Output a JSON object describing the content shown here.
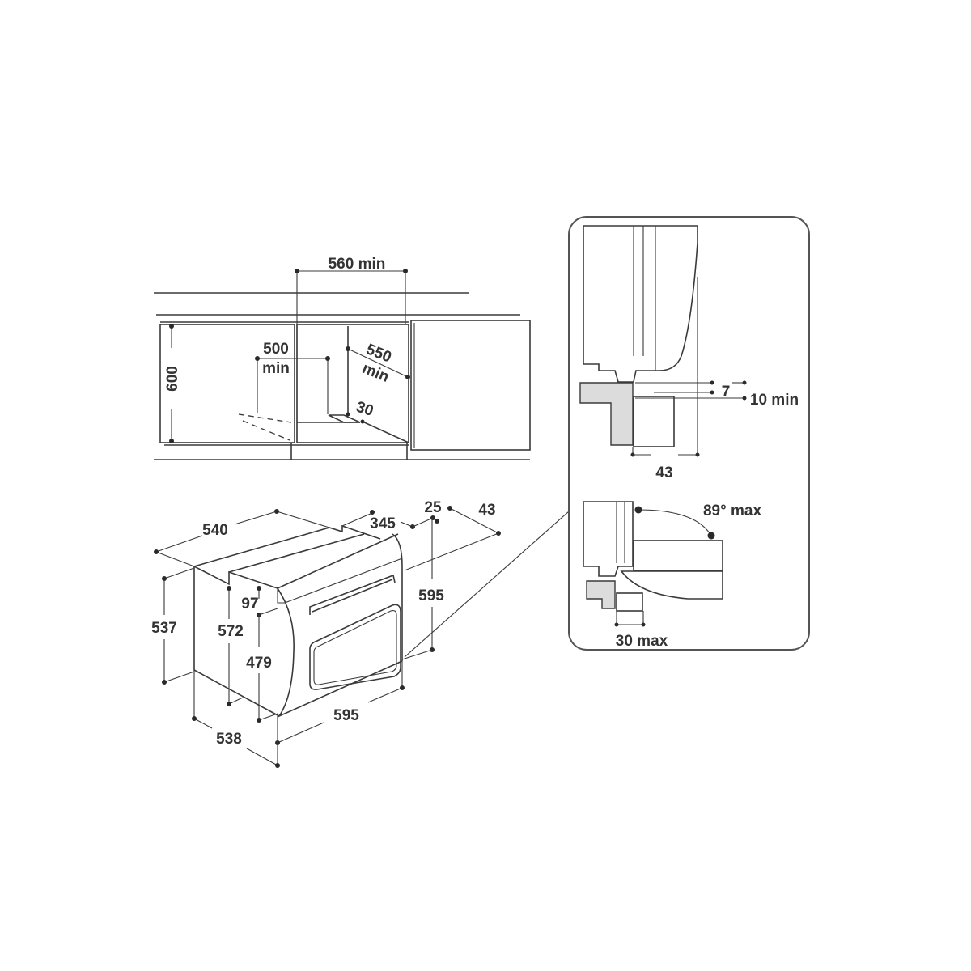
{
  "cabinet_view": {
    "width_min": "560 min",
    "height": "600",
    "depth_min_a_value": "500",
    "depth_min_a_unit": "min",
    "depth_min_b_value": "550",
    "depth_min_b_unit": "min",
    "gap": "30"
  },
  "oven_view": {
    "depth_top": "540",
    "top_segment": "345",
    "front_depth": "25",
    "door_depth": "43",
    "front_height": "595",
    "side_height": "537",
    "body_height": "572",
    "panel_height": "97",
    "door_height": "479",
    "front_width": "595",
    "bottom_depth": "538"
  },
  "detail_panel": {
    "gap_small": "7",
    "gap_min": "10 min",
    "door_offset": "43",
    "angle_max": "89° max",
    "clearance_max": "30 max"
  }
}
